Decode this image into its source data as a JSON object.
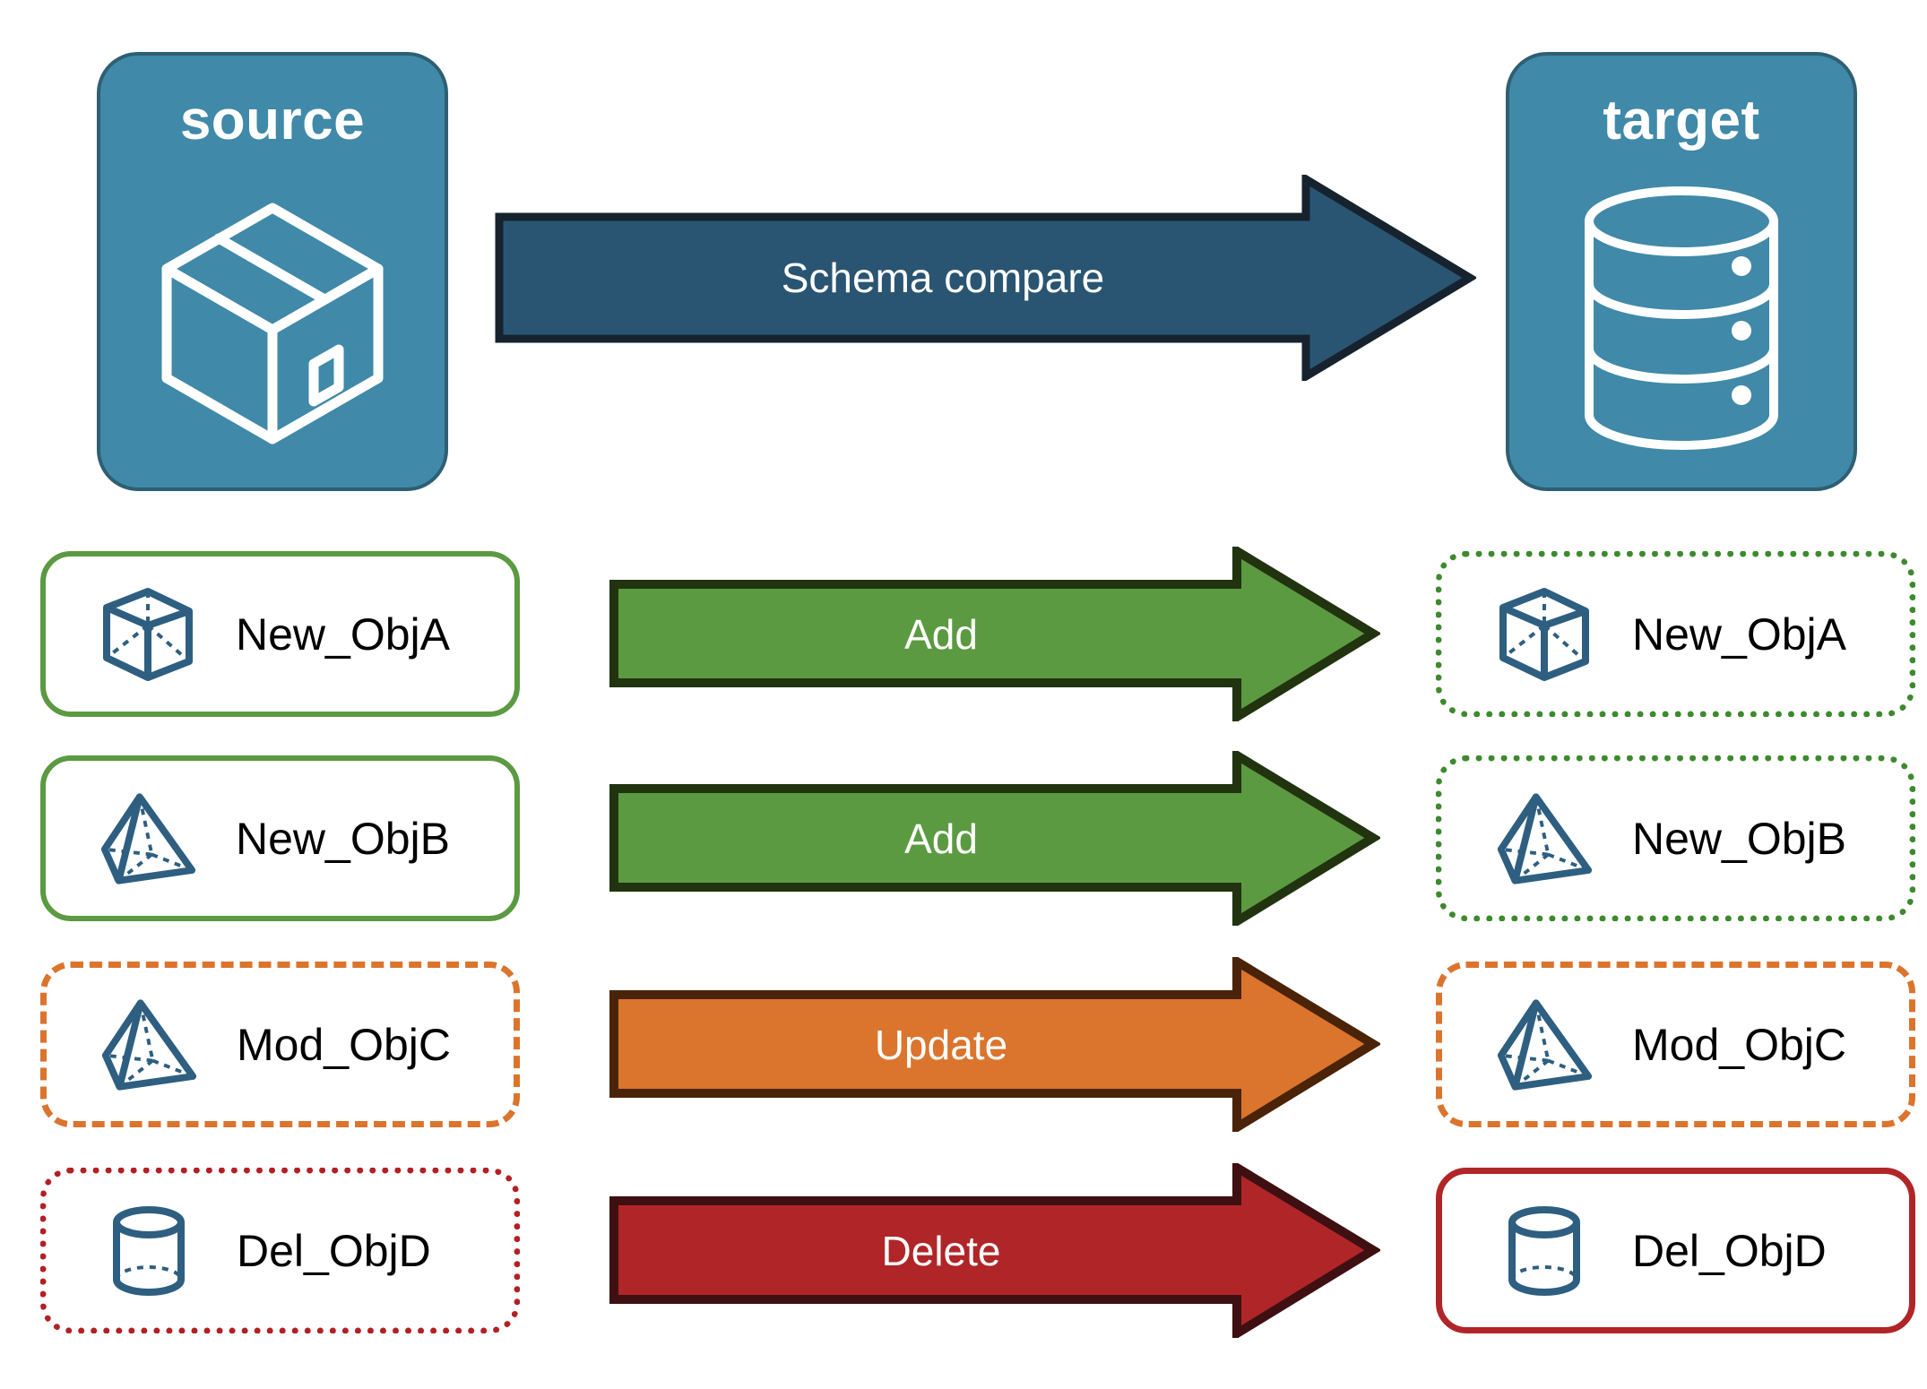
{
  "diagram": {
    "title": "Schema compare",
    "background": "#FFFFFF"
  },
  "endpoints": [
    {
      "id": "source",
      "label": "source",
      "icon": "package-box-icon",
      "fill": "#4189A8",
      "stroke": "#2E5F73"
    },
    {
      "id": "target",
      "label": "target",
      "icon": "database-cylinder-icon",
      "fill": "#4189A8",
      "stroke": "#2E5F73"
    }
  ],
  "main_arrow": {
    "label": "Schema compare",
    "fill": "#2A5572",
    "stroke": "#16232E",
    "text_color": "#FFFFFF"
  },
  "rows": [
    {
      "action": "Add",
      "arrow_fill": "#5B9A41",
      "arrow_stroke": "#21330F",
      "source": {
        "label": "New_ObjA",
        "icon": "wireframe-cube-icon",
        "border_style": "solid",
        "border_color": "#5B9A41"
      },
      "target": {
        "label": "New_ObjA",
        "icon": "wireframe-cube-icon",
        "border_style": "dotted",
        "border_color": "#3D8A2E"
      }
    },
    {
      "action": "Add",
      "arrow_fill": "#5B9A41",
      "arrow_stroke": "#21330F",
      "source": {
        "label": "New_ObjB",
        "icon": "wireframe-pyramid-icon",
        "border_style": "solid",
        "border_color": "#5B9A41"
      },
      "target": {
        "label": "New_ObjB",
        "icon": "wireframe-pyramid-icon",
        "border_style": "dotted",
        "border_color": "#3D8A2E"
      }
    },
    {
      "action": "Update",
      "arrow_fill": "#DB742D",
      "arrow_stroke": "#4A2308",
      "source": {
        "label": "Mod_ObjC",
        "icon": "wireframe-pyramid-icon",
        "border_style": "dashed",
        "border_color": "#DB742D"
      },
      "target": {
        "label": "Mod_ObjC",
        "icon": "wireframe-pyramid-icon",
        "border_style": "dashed",
        "border_color": "#DB742D"
      }
    },
    {
      "action": "Delete",
      "arrow_fill": "#B02528",
      "arrow_stroke": "#3E1011",
      "source": {
        "label": "Del_ObjD",
        "icon": "wireframe-cylinder-icon",
        "border_style": "dotted",
        "border_color": "#B32024"
      },
      "target": {
        "label": "Del_ObjD",
        "icon": "wireframe-cylinder-icon",
        "border_style": "solid",
        "border_color": "#B02528"
      }
    }
  ],
  "palette": {
    "object_icon_stroke": "#2E5F81",
    "card_background": "#FFFFFF",
    "label_text": "#000000"
  }
}
